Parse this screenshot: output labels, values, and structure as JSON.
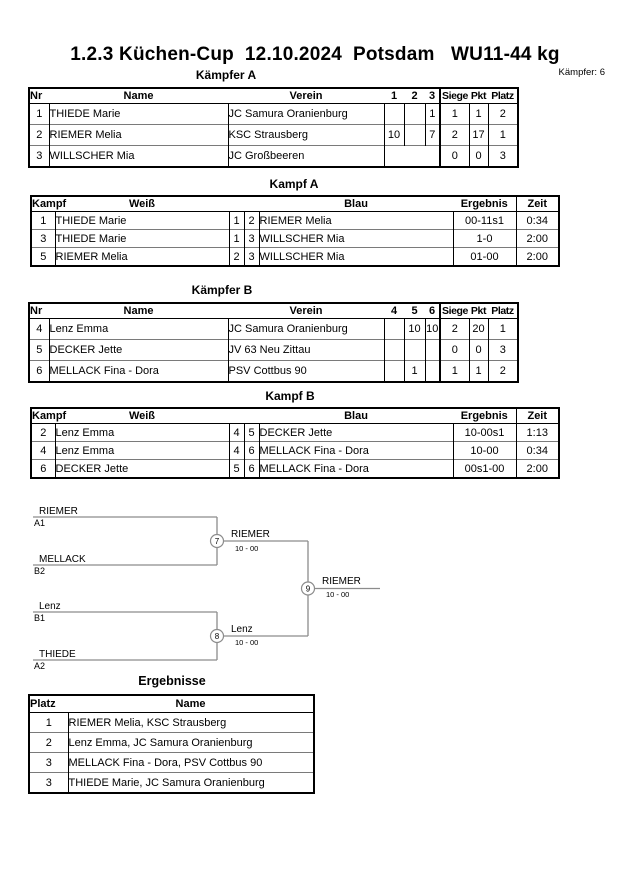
{
  "page": {
    "title": "1.2.3 Küchen-Cup  12.10.2024  Potsdam   WU11-44 kg",
    "fighters_count": "Kämpfer: 6"
  },
  "kaempfer_a": {
    "heading": "Kämpfer A",
    "headers": {
      "nr": "Nr",
      "name": "Name",
      "verein": "Verein",
      "m1": "1",
      "m2": "2",
      "m3": "3",
      "siege": "Siege",
      "pkt": "Pkt",
      "platz": "Platz"
    },
    "rows": [
      {
        "nr": "1",
        "name": "THIEDE Marie",
        "verein": "JC Samura Oranienburg",
        "m1": "",
        "m2": "",
        "m3": "1",
        "siege": "1",
        "pkt": "1",
        "platz": "2"
      },
      {
        "nr": "2",
        "name": "RIEMER Melia",
        "verein": "KSC Strausberg",
        "m1": "10",
        "m2": "",
        "m3": "7",
        "siege": "2",
        "pkt": "17",
        "platz": "1"
      },
      {
        "nr": "3",
        "name": "WILLSCHER Mia",
        "verein": "JC Großbeeren",
        "m1": "",
        "m2": "",
        "m3": "",
        "siege": "0",
        "pkt": "0",
        "platz": "3"
      }
    ]
  },
  "kampf_a": {
    "heading": "Kampf A",
    "headers": {
      "kampf": "Kampf",
      "weiss": "Weiß",
      "blau": "Blau",
      "ergebnis": "Ergebnis",
      "zeit": "Zeit"
    },
    "rows": [
      {
        "nr": "1",
        "weiss": "THIEDE Marie",
        "wnr": "1",
        "bnr": "2",
        "blau": "RIEMER Melia",
        "ergebnis": "00-11s1",
        "zeit": "0:34"
      },
      {
        "nr": "3",
        "weiss": "THIEDE Marie",
        "wnr": "1",
        "bnr": "3",
        "blau": "WILLSCHER Mia",
        "ergebnis": "1-0",
        "zeit": "2:00"
      },
      {
        "nr": "5",
        "weiss": "RIEMER Melia",
        "wnr": "2",
        "bnr": "3",
        "blau": "WILLSCHER Mia",
        "ergebnis": "01-00",
        "zeit": "2:00"
      }
    ]
  },
  "kaempfer_b": {
    "heading": "Kämpfer B",
    "headers": {
      "nr": "Nr",
      "name": "Name",
      "verein": "Verein",
      "m4": "4",
      "m5": "5",
      "m6": "6",
      "siege": "Siege",
      "pkt": "Pkt",
      "platz": "Platz"
    },
    "rows": [
      {
        "nr": "4",
        "name": "Lenz Emma",
        "verein": "JC Samura Oranienburg",
        "m4": "",
        "m5": "10",
        "m6": "10",
        "siege": "2",
        "pkt": "20",
        "platz": "1"
      },
      {
        "nr": "5",
        "name": "DECKER Jette",
        "verein": "JV 63 Neu Zittau",
        "m4": "",
        "m5": "",
        "m6": "",
        "siege": "0",
        "pkt": "0",
        "platz": "3"
      },
      {
        "nr": "6",
        "name": "MELLACK Fina - Dora",
        "verein": "PSV Cottbus 90",
        "m4": "",
        "m5": "1",
        "m6": "",
        "siege": "1",
        "pkt": "1",
        "platz": "2"
      }
    ]
  },
  "kampf_b": {
    "heading": "Kampf B",
    "headers": {
      "kampf": "Kampf",
      "weiss": "Weiß",
      "blau": "Blau",
      "ergebnis": "Ergebnis",
      "zeit": "Zeit"
    },
    "rows": [
      {
        "nr": "2",
        "weiss": "Lenz Emma",
        "wnr": "4",
        "bnr": "5",
        "blau": "DECKER Jette",
        "ergebnis": "10-00s1",
        "zeit": "1:13"
      },
      {
        "nr": "4",
        "weiss": "Lenz Emma",
        "wnr": "4",
        "bnr": "6",
        "blau": "MELLACK Fina - Dora",
        "ergebnis": "10-00",
        "zeit": "0:34"
      },
      {
        "nr": "6",
        "weiss": "DECKER Jette",
        "wnr": "5",
        "bnr": "6",
        "blau": "MELLACK Fina - Dora",
        "ergebnis": "00s1-00",
        "zeit": "2:00"
      }
    ]
  },
  "bracket": {
    "entries": {
      "a1": {
        "name": "RIEMER",
        "seed": "A1"
      },
      "b2": {
        "name": "MELLACK",
        "seed": "B2"
      },
      "b1": {
        "name": "Lenz",
        "seed": "B1"
      },
      "a2": {
        "name": "THIEDE",
        "seed": "A2"
      }
    },
    "semifinal1": {
      "match_no": "7",
      "winner": "RIEMER",
      "score": "10 - 00"
    },
    "semifinal2": {
      "match_no": "8",
      "winner": "Lenz",
      "score": "10 - 00"
    },
    "final": {
      "match_no": "9",
      "winner": "RIEMER",
      "score": "10 - 00"
    }
  },
  "ergebnisse": {
    "heading": "Ergebnisse",
    "headers": {
      "platz": "Platz",
      "name": "Name"
    },
    "rows": [
      {
        "platz": "1",
        "name": "RIEMER Melia, KSC Strausberg"
      },
      {
        "platz": "2",
        "name": "Lenz Emma, JC Samura Oranienburg"
      },
      {
        "platz": "3",
        "name": "MELLACK Fina - Dora, PSV Cottbus 90"
      },
      {
        "platz": "3",
        "name": "THIEDE Marie, JC Samura Oranienburg"
      }
    ]
  },
  "colors": {
    "background": "#ffffff",
    "text": "#000000",
    "line_gray": "#8c8c8c",
    "score_gray": "#555555"
  }
}
